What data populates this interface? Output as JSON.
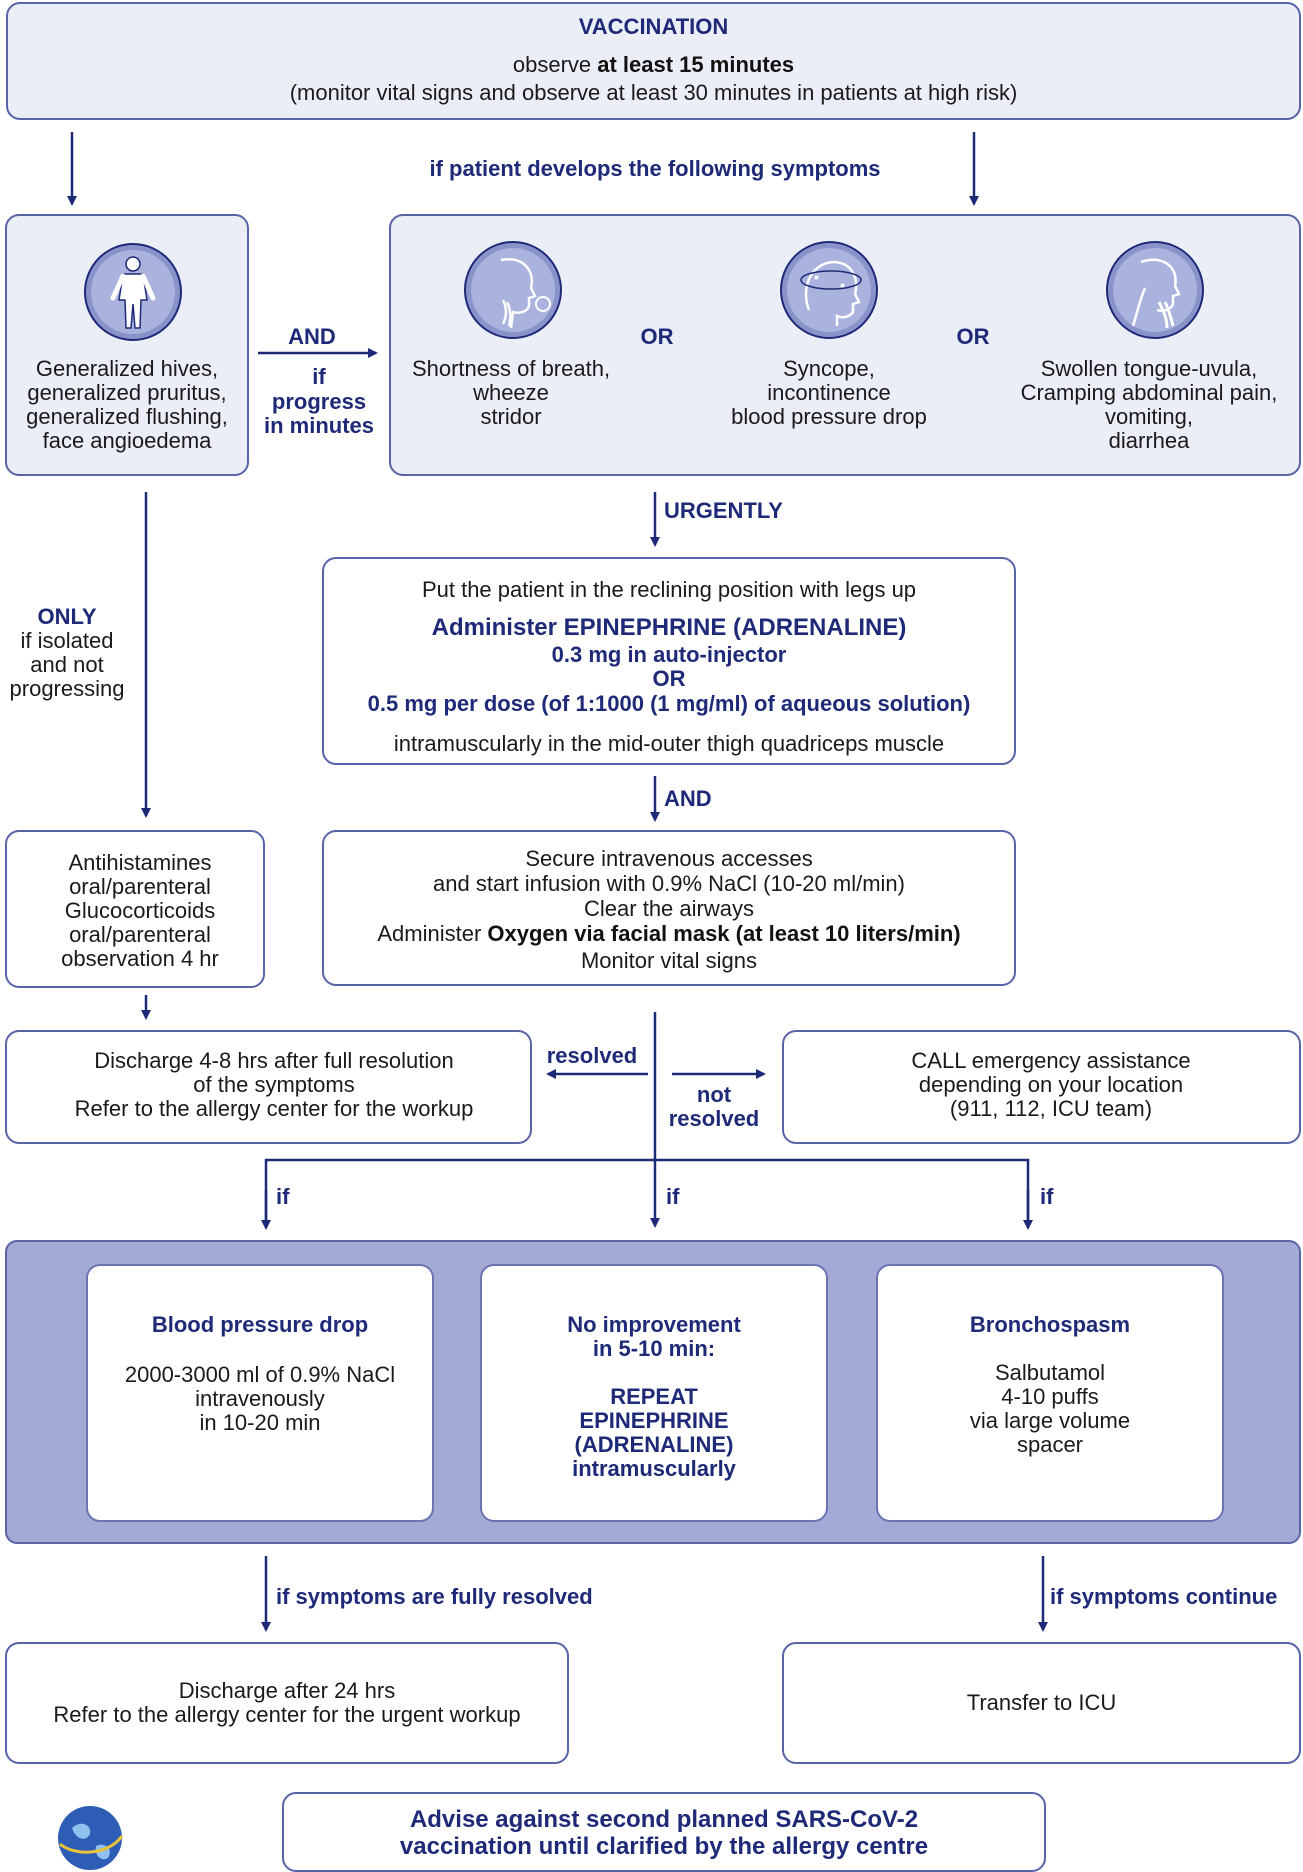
{
  "vaccination": {
    "title": "VACCINATION",
    "observe_pre": "observe ",
    "observe_bold": "at least 15 minutes",
    "monitor": "(monitor vital signs and observe at least 30 minutes in patients at high risk)"
  },
  "if_develops": "if patient develops the following symptoms",
  "skin": {
    "icon": "body-icon",
    "lines": [
      "Generalized hives,",
      "generalized pruritus,",
      "generalized flushing,",
      "face angioedema"
    ]
  },
  "and_progress": {
    "and": "AND",
    "if": "if",
    "progress": "progress",
    "in_minutes": "in minutes"
  },
  "symptoms": {
    "breath": {
      "icon": "breathing-icon",
      "lines": [
        "Shortness of breath,",
        "wheeze",
        "stridor"
      ]
    },
    "or1": "OR",
    "syncope": {
      "icon": "syncope-icon",
      "lines": [
        "Syncope,",
        "incontinence",
        "blood pressure drop"
      ]
    },
    "or2": "OR",
    "tongue": {
      "icon": "throat-icon",
      "lines": [
        "Swollen tongue-uvula,",
        "Cramping abdominal pain,",
        "vomiting,",
        "diarrhea"
      ]
    }
  },
  "urgently": "URGENTLY",
  "only": {
    "only": "ONLY",
    "lines": [
      "if isolated",
      "and not",
      "progressing"
    ]
  },
  "epinephrine": {
    "position": "Put the patient in the reclining position with legs up",
    "administer": "Administer EPINEPHRINE (ADRENALINE)",
    "dose1": "0.3 mg in auto-injector",
    "or": "OR",
    "dose2": "0.5 mg per dose (of 1:1000 (1 mg/ml) of aqueous solution)",
    "route": "intramuscularly in the mid-outer thigh quadriceps muscle"
  },
  "and2": "AND",
  "antihistamines": {
    "lines": [
      "Antihistamines",
      "oral/parenteral",
      "Glucocorticoids",
      "oral/parenteral",
      "observation 4 hr"
    ]
  },
  "infusion": {
    "line1": "Secure intravenous accesses",
    "line2": "and start infusion with 0.9% NaCl (10-20 ml/min)",
    "line3": "Clear the airways",
    "line4_pre": "Administer ",
    "line4_bold": "Oxygen via facial mask (at least 10 liters/min)",
    "line5": "Monitor vital signs"
  },
  "discharge1": {
    "lines": [
      "Discharge 4-8 hrs after full resolution",
      "of the symptoms",
      "Refer to the allergy center for the workup"
    ]
  },
  "resolved": "resolved",
  "not_resolved": {
    "not": "not",
    "resolved": "resolved"
  },
  "call": {
    "lines": [
      "CALL emergency assistance",
      "depending on your location",
      "(911, 112, ICU team)"
    ]
  },
  "if_labels": [
    "if",
    "if",
    "if"
  ],
  "bp_drop": {
    "title": "Blood pressure drop",
    "lines": [
      "2000-3000 ml of 0.9% NaCl",
      "intravenously",
      "in 10-20 min"
    ]
  },
  "no_improvement": {
    "title1": "No improvement",
    "title2": "in 5-10 min:",
    "lines": [
      "REPEAT",
      "EPINEPHRINE",
      "(ADRENALINE)",
      "intramuscularly"
    ]
  },
  "bronchospasm": {
    "title": "Bronchospasm",
    "lines": [
      "Salbutamol",
      "4-10 puffs",
      "via large volume",
      "spacer"
    ]
  },
  "fully_resolved": "if symptoms are fully resolved",
  "continue": "if symptoms continue",
  "discharge2": {
    "lines": [
      "Discharge after 24 hrs",
      "Refer to the allergy center for the urgent workup"
    ]
  },
  "icu": "Transfer to ICU",
  "advise": {
    "lines": [
      "Advise against second planned SARS-CoV-2",
      "vaccination until clarified by the allergy centre"
    ]
  },
  "logo": "globe-logo"
}
